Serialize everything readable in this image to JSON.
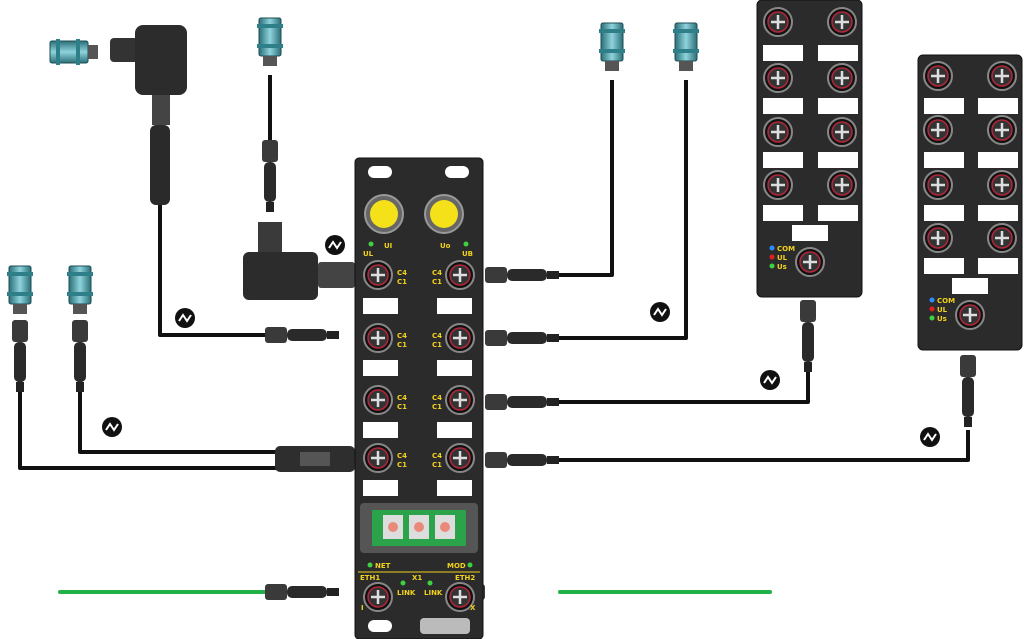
{
  "main_module": {
    "power_labels": {
      "ul": "UL",
      "ui": "UI",
      "uo": "Uo",
      "ub": "UB"
    },
    "port_led_labels": [
      "C4",
      "C1",
      "C4",
      "C1"
    ],
    "status": {
      "net": "NET",
      "mod": "MOD"
    },
    "ethernet": {
      "eth1": "ETH1",
      "x1": "X1",
      "eth2": "ETH2",
      "link": "LINK",
      "in": "I",
      "out": "X"
    }
  },
  "expansion_module_1": {
    "status_labels": [
      "COM",
      "UL",
      "Us"
    ]
  },
  "expansion_module_2": {
    "status_labels": [
      "COM",
      "UL",
      "Us"
    ]
  },
  "colors": {
    "housing": "#2b2b2b",
    "power_connector": "#f5e11a",
    "ethernet_cable": "#22b04a",
    "sensor": "#3a8f9a",
    "config_panel": "#2aa34a",
    "led_green": "#3fd13f",
    "led_red": "#e0201c",
    "led_blue": "#2a8cff"
  }
}
